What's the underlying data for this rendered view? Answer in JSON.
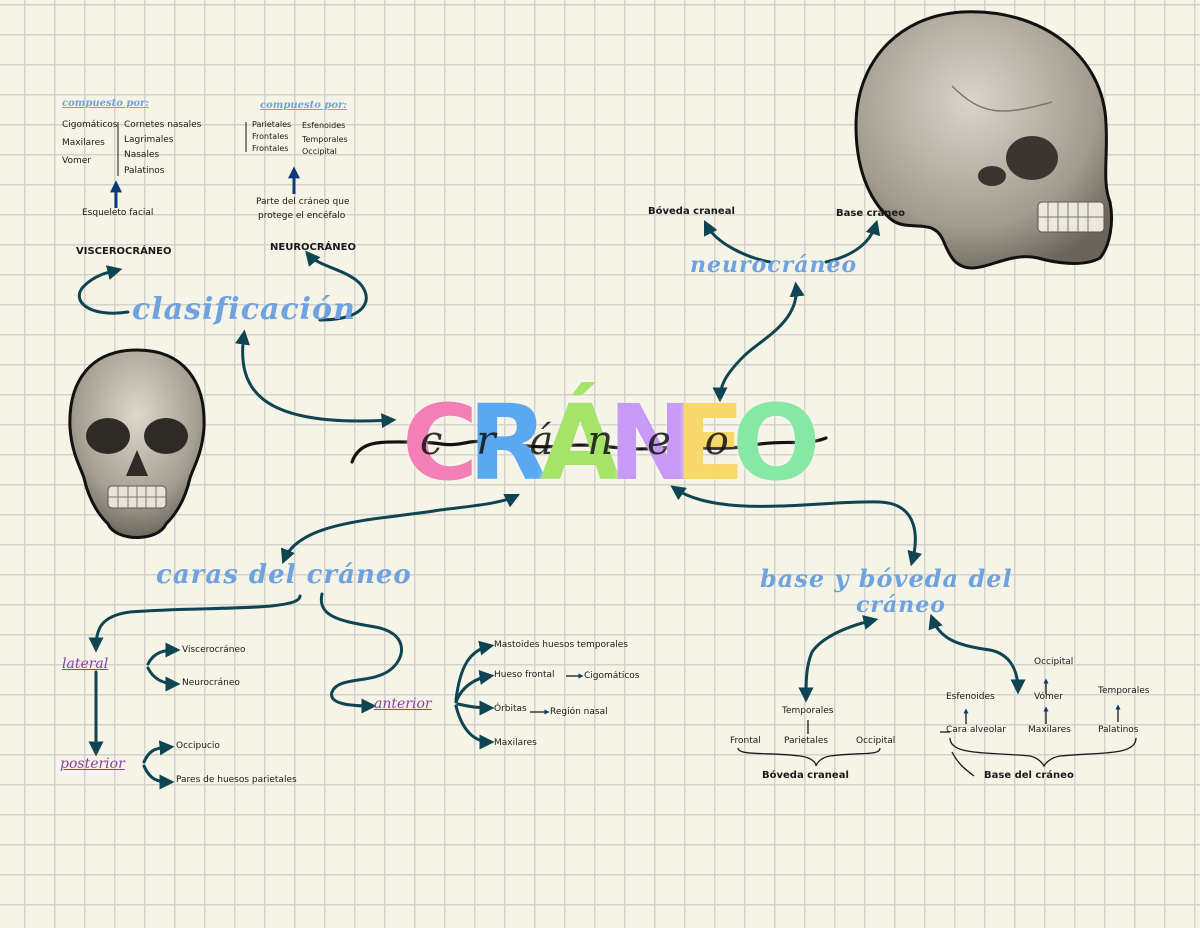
{
  "title": {
    "letters": [
      "C",
      "R",
      "Á",
      "N",
      "E",
      "O"
    ],
    "colors": [
      "#f47fb6",
      "#5aa8f0",
      "#a6e36a",
      "#c79bf5",
      "#f7d86a",
      "#86e8a3"
    ],
    "cursive": "cráneo"
  },
  "clasificacion": {
    "heading": "clasificación",
    "viscerocraneo": {
      "label": "VISCEROCRÁNEO",
      "description": "Esqueleto facial",
      "composed_title": "compuesto por:",
      "col1": [
        "Cigomáticos",
        "Maxilares",
        "Vomer"
      ],
      "col2": [
        "Cornetes nasales",
        "Lagrimales",
        "Nasales",
        "Palatinos"
      ]
    },
    "neurocraneo": {
      "label": "NEUROCRÁNEO",
      "description_1": "Parte del cráneo que",
      "description_2": "protege el encéfalo",
      "composed_title": "compuesto por:",
      "col1": [
        "Parietales",
        "Frontales",
        "Frontales"
      ],
      "col2": [
        "Esfenoides",
        "Temporales",
        "Occipital"
      ]
    }
  },
  "neurocraneo_right": {
    "heading": "neurocráneo",
    "left_child": "Bóveda craneal",
    "right_child": "Base cráneo"
  },
  "caras": {
    "heading": "caras del cráneo",
    "lateral": "lateral",
    "lateral_items": [
      "Viscerocráneo",
      "Neurocráneo"
    ],
    "posterior": "posterior",
    "posterior_items": [
      "Occipucio",
      "Pares de huesos parietales"
    ],
    "anterior": "anterior",
    "anterior_items": [
      "Mastoides huesos temporales",
      "Hueso frontal",
      "Órbitas",
      "Maxilares"
    ],
    "anterior_targets": [
      "Cigomáticos",
      "Región nasal"
    ]
  },
  "base_boveda": {
    "heading_1": "base y bóveda del",
    "heading_2": "cráneo",
    "boveda": {
      "label": "Bóveda craneal",
      "items": [
        "Frontal",
        "Parietales",
        "Occipital"
      ],
      "top": "Temporales"
    },
    "base": {
      "label": "Base del cráneo",
      "bottom_items": [
        "Cara alveolar",
        "Maxilares",
        "Palatinos"
      ],
      "top_items": [
        "Esfenoides",
        "Vómer",
        "Temporales"
      ],
      "top_top": "Occipital"
    }
  },
  "colors": {
    "arrow": "#0f4452",
    "heading": "#6fa3e0",
    "purple": "#8a3fa3",
    "dark_blue_arrow": "#0a3a7a"
  }
}
